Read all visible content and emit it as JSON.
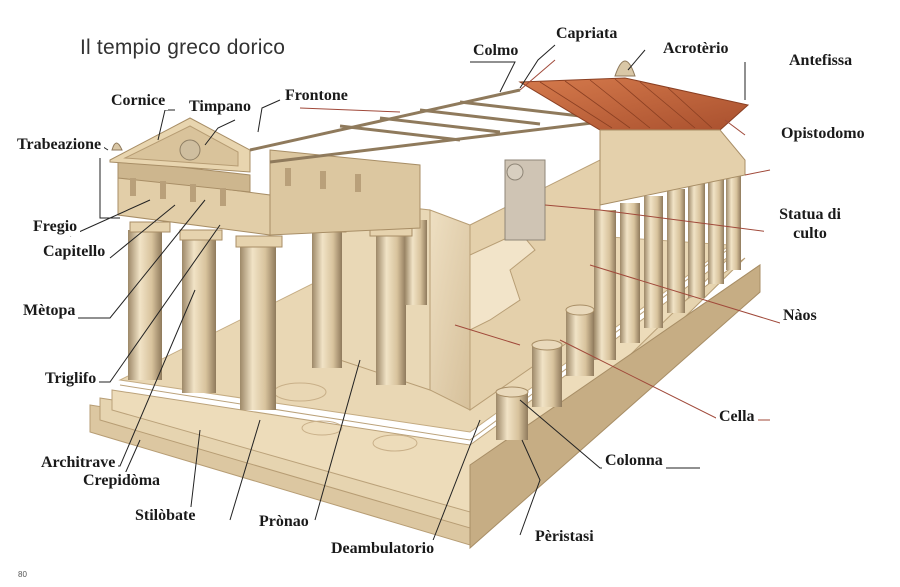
{
  "title": "Il tempio greco dorico",
  "page_number": "80",
  "labels": {
    "cornice": "Cornice",
    "timpano": "Timpano",
    "frontone": "Frontone",
    "colmo": "Colmo",
    "capriata": "Capriata",
    "acroterio": "Acrotèrio",
    "antefissa": "Antefissa",
    "trabeazione": "Trabeazione",
    "opistodomo": "Opistodomo",
    "fregio": "Fregio",
    "statua": "Statua di culto",
    "capitello": "Capitello",
    "metopa": "Mètopa",
    "naos": "Nàos",
    "triglifo": "Triglifo",
    "cella": "Cella",
    "architrave": "Architrave",
    "crepidoma": "Crepidòma",
    "colonna": "Colonna",
    "stilobate": "Stilòbate",
    "pronao": "Prònao",
    "peristasi": "Pèristasi",
    "deambulatorio": "Deambulatorio"
  },
  "colors": {
    "stone": "#e8d6b3",
    "stone_shadow": "#c9b089",
    "roof": "#c2643c",
    "leader_dark": "#222222",
    "leader_red": "#a0493a"
  }
}
